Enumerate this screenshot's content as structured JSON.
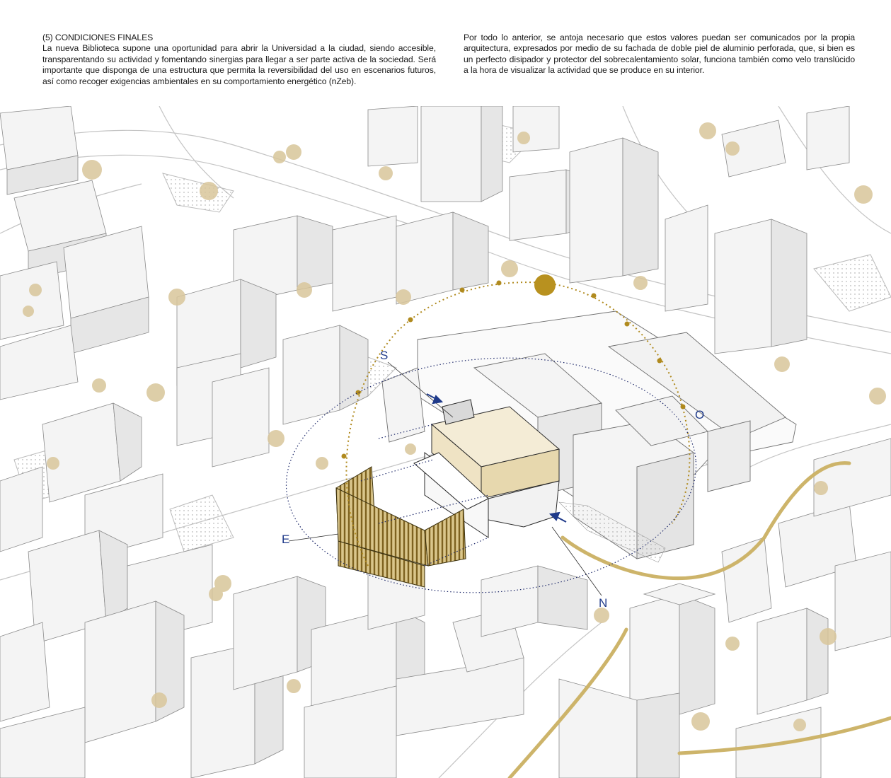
{
  "section": {
    "heading": "(5) CONDICIONES FINALES",
    "paragraph_left": "La nueva Biblioteca supone una oportunidad para abrir la Universidad a la ciudad, siendo accesible, transparentando su actividad y fomentando sinergias para llegar a ser parte activa de la sociedad. Será importante que disponga de una estructura que permita la reversibilidad del uso en escenarios futuros, así como recoger exigencias ambientales en su comportamiento energético (nZeb).",
    "paragraph_right": "Por todo lo anterior, se antoja necesario que estos valores puedan ser comunicados por la propia arquitectura, expresados por medio de su fachada de doble piel de aluminio perforada, que, si bien es un perfecto disipador y protector del sobrecalentamiento solar, funciona también como velo translúcido a la hora de visualizar la actividad que se produce en su interior."
  },
  "diagram": {
    "compass": {
      "south": "S",
      "west": "O",
      "east": "E",
      "north": "N"
    },
    "colors": {
      "sun_path": "#b08a1e",
      "sun": "#b8911f",
      "orbit": "#1f2a6b",
      "arrows": "#1f3a8a",
      "building_face_light": "#f4f4f4",
      "building_face_dark": "#e6e6e6",
      "outline": "#8a8a8a",
      "trees": "#d8c69a",
      "facade_gold": "#a68a3a",
      "library_accent": "#efe3c4"
    }
  }
}
